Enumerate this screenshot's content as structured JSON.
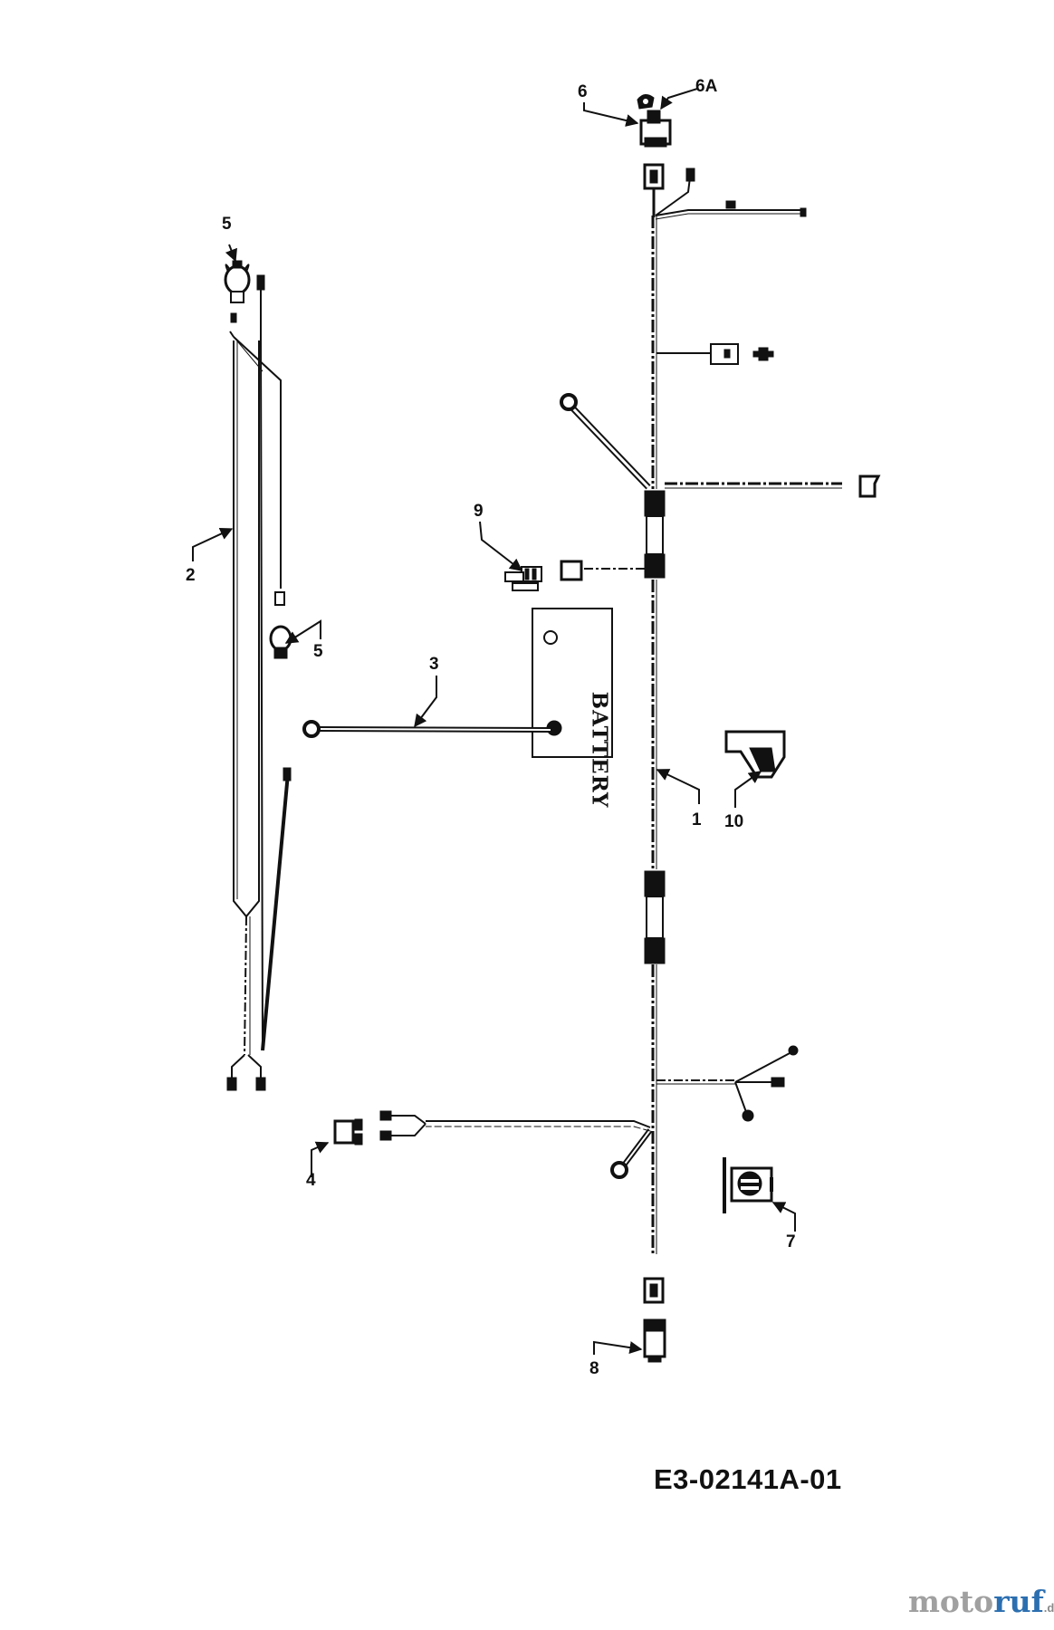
{
  "callouts": {
    "c6": "6",
    "c6a": "6A",
    "c5_top": "5",
    "c9": "9",
    "c2": "2",
    "c5_mid": "5",
    "c3": "3",
    "c1": "1",
    "c10": "10",
    "c4": "4",
    "c7": "7",
    "c8": "8"
  },
  "battery_label": "BATTERY",
  "diagram_code": "E3-02141A-01",
  "watermark": {
    "part1": "moto",
    "part2": "ruf",
    "suffix": ".de"
  },
  "colors": {
    "line": "#111111",
    "watermark_blue": "#2c6fb0",
    "watermark_gray": "#a0a0a0"
  }
}
